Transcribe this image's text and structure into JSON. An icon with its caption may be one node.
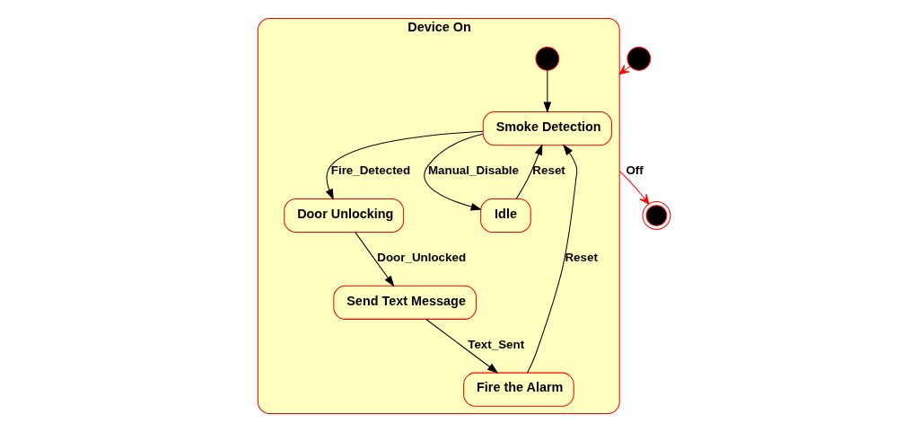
{
  "diagram": {
    "nodes": [
      {
        "text": [
          "Device On"
        ]
      },
      {
        "text": [
          "Smoke Detection"
        ],
        "in": 0
      },
      {
        "text": [],
        "shape": "circle",
        "in": 0
      },
      {
        "text": [
          "Door Unlocking"
        ],
        "in": 0
      },
      {
        "text": [
          "Idle"
        ],
        "in": 0
      },
      {
        "text": [
          "Send Text Message"
        ],
        "in": 0
      },
      {
        "text": [
          "Fire the Alarm"
        ],
        "in": 0
      },
      {
        "text": [],
        "shape": "circle"
      },
      {
        "text": [],
        "shape": "circle"
      }
    ],
    "edges": [
      {
        "from": 2,
        "to": 1,
        "arrow": "to"
      },
      {
        "from": 1,
        "to": 3,
        "arrow": "to",
        "label": "Fire_Detected"
      },
      {
        "from": 1,
        "to": 4,
        "arrow": "to",
        "label": "Manual_Disable"
      },
      {
        "from": 4,
        "to": 1,
        "arrow": "to",
        "label": "Reset"
      },
      {
        "from": 3,
        "to": 5,
        "arrow": "to",
        "label": "Door_Unlocked"
      },
      {
        "from": 5,
        "to": 6,
        "arrow": "to",
        "label": "Text_Sent"
      },
      {
        "from": 6,
        "to": 1,
        "arrow": "to",
        "label": "Reset"
      },
      {
        "from": 7,
        "to": 0,
        "arrow": "to",
        "color": "#ff0000"
      },
      {
        "from": 0,
        "to": 8,
        "arrow": "to",
        "label": "Off",
        "color": "#ff0000"
      }
    ]
  }
}
